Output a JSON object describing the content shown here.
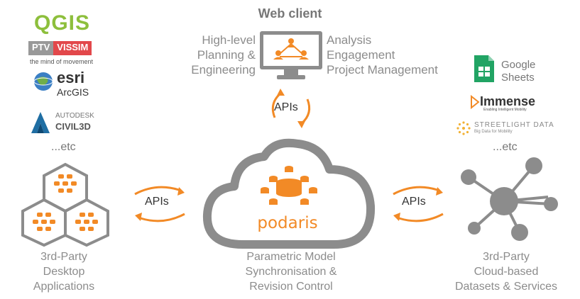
{
  "web_client": {
    "title": "Web client",
    "left_items": [
      "High-level",
      "Planning &",
      "Engineering"
    ],
    "right_items": [
      "Analysis",
      "Engagement",
      "Project Management"
    ]
  },
  "left_logos": {
    "qgis": "QGIS",
    "ptv": "PTV",
    "vissim": "VISSIM",
    "tagline": "the mind of movement",
    "esri": "esri",
    "arcgis": "ArcGIS",
    "autodesk": "AUTODESK",
    "civil3d": "CIVIL3D",
    "etc": "...etc"
  },
  "right_logos": {
    "google_line1": "Google",
    "google_line2": "Sheets",
    "immense": "Immense",
    "immense_tag": "Enabling Intelligent Mobility",
    "streetlight": "STREETLIGHT DATA",
    "streetlight_tag": "Big Data for Mobility",
    "etc": "...etc"
  },
  "apis": {
    "top": "APIs",
    "left": "APIs",
    "right": "APIs"
  },
  "center": {
    "brand": "podaris",
    "caption": [
      "Parametric Model",
      "Synchronisation &",
      "Revision Control"
    ]
  },
  "left_caption": [
    "3rd-Party",
    "Desktop",
    "Applications"
  ],
  "right_caption": [
    "3rd-Party",
    "Cloud-based",
    "Datasets & Services"
  ],
  "colors": {
    "orange": "#f28a26",
    "grey": "#8c8c8c",
    "dark_grey": "#777777",
    "qgis_green": "#8dbf3c",
    "vissim_red": "#e2484b",
    "sheets_green": "#21a464"
  }
}
